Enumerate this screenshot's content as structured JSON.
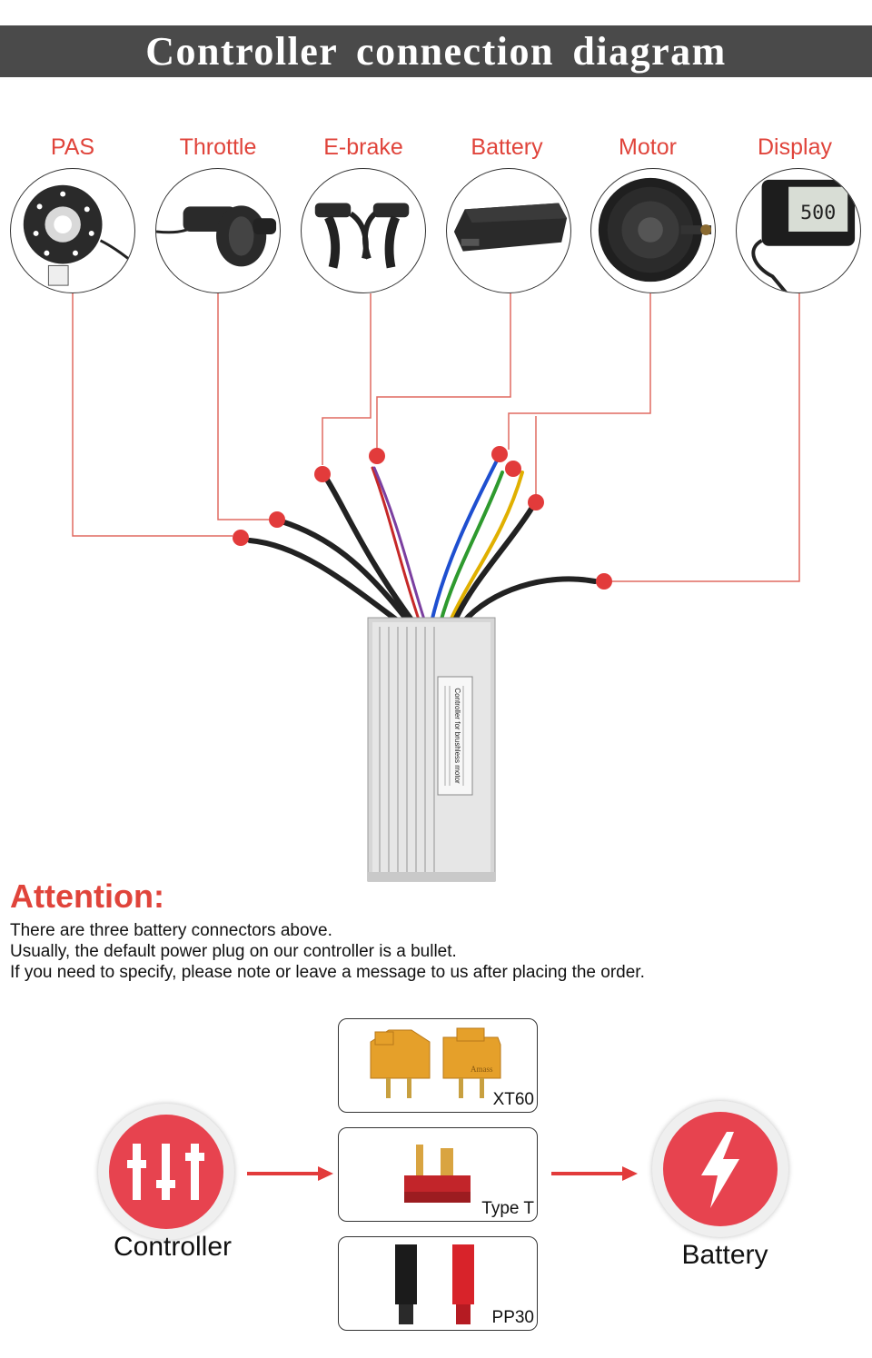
{
  "title": "Controller connection diagram",
  "components": [
    {
      "label": "PAS",
      "icon": "pas-sensor-icon"
    },
    {
      "label": "Throttle",
      "icon": "throttle-icon"
    },
    {
      "label": "E-brake",
      "icon": "brake-levers-icon"
    },
    {
      "label": "Battery",
      "icon": "battery-pack-icon"
    },
    {
      "label": "Motor",
      "icon": "hub-motor-icon"
    },
    {
      "label": "Display",
      "icon": "lcd-display-icon"
    }
  ],
  "controller_label": {
    "title": "Controller for brushless motor"
  },
  "attention": {
    "title": "Attention:",
    "lines": [
      "There are three battery connectors above.",
      "Usually, the default power plug on our controller is a bullet.",
      "If you need to specify, please note or leave a message to us after placing the order."
    ]
  },
  "connectors": [
    {
      "label": "XT60",
      "stamp": "Amass"
    },
    {
      "label": "Type T"
    },
    {
      "label": "PP30"
    }
  ],
  "flow": {
    "left": {
      "label": "Controller",
      "icon": "sliders-icon"
    },
    "right": {
      "label": "Battery",
      "icon": "lightning-icon"
    }
  },
  "colors": {
    "accent": "#e0443b",
    "banner": "#4a4a4a",
    "circle": "#e7434f",
    "line": "#e06a60"
  }
}
